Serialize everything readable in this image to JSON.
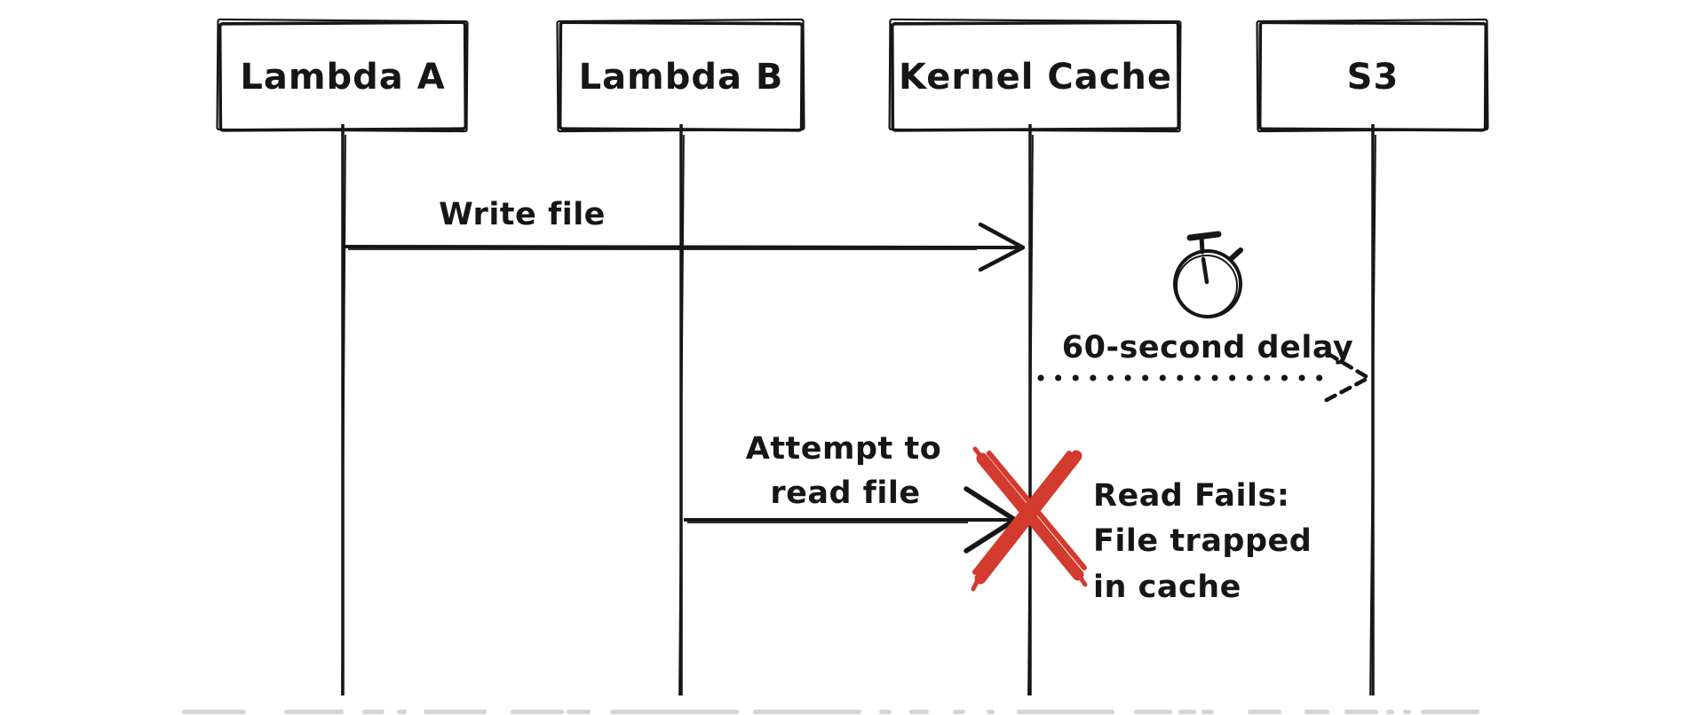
{
  "actors": [
    {
      "label": "Lambda A"
    },
    {
      "label": "Lambda B"
    },
    {
      "label": "Kernel Cache"
    },
    {
      "label": "S3"
    }
  ],
  "messages": {
    "write_file": {
      "label": "Write file",
      "from": "Lambda A",
      "to": "Kernel Cache",
      "style": "solid-arrow"
    },
    "delay": {
      "label": "60-second delay",
      "from": "Kernel Cache",
      "to": "S3",
      "style": "dotted-arrow",
      "icon": "stopwatch-icon"
    },
    "read_attempt": {
      "label_line1": "Attempt to",
      "label_line2": "read file",
      "from": "Lambda B",
      "to": "Kernel Cache",
      "style": "solid-arrow",
      "result": "failed"
    }
  },
  "failure_note": {
    "line1": "Read Fails:",
    "line2": "File trapped",
    "line3": "in cache"
  },
  "icons": {
    "timer": "stopwatch-icon",
    "failure": "red-x-icon"
  },
  "colors": {
    "ink": "#161616",
    "error": "#d23b2e",
    "background": "#ffffff"
  }
}
